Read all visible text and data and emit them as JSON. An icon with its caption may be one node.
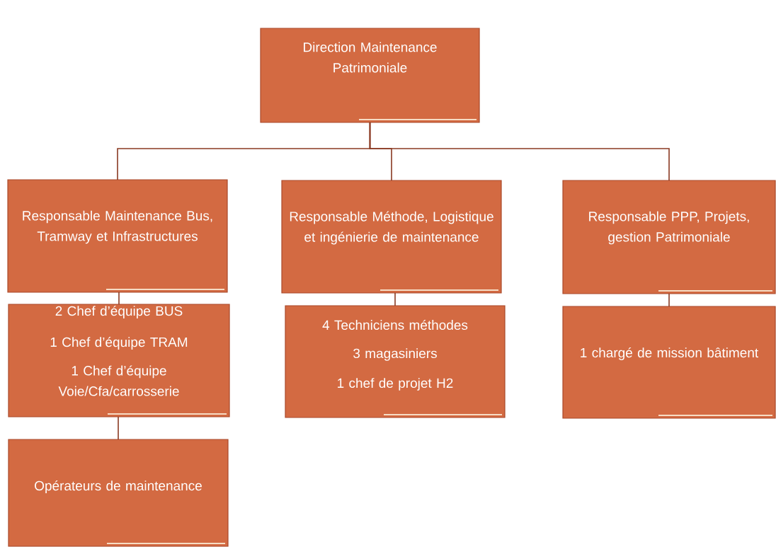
{
  "diagram": {
    "nodes": [
      {
        "text": [
          "Direction Maintenance Patrimoniale"
        ]
      },
      {
        "text": [
          "Responsable Maintenance Bus, Tramway et Infrastructures"
        ]
      },
      {
        "text": [
          "Responsable Méthode, Logistique et ingénierie de maintenance"
        ]
      },
      {
        "text": [
          "Responsable PPP, Projets, gestion Patrimoniale"
        ]
      },
      {
        "text": [
          "2 Chef d’équipe BUS",
          "1 Chef d’équipe TRAM",
          "1 Chef d’équipe Voie/Cfa/carrosserie"
        ]
      },
      {
        "text": [
          "4 Techniciens méthodes",
          "3 magasiniers",
          "1 chef de projet H2"
        ]
      },
      {
        "text": [
          "1 chargé de mission bâtiment"
        ]
      },
      {
        "text": [
          "Opérateurs de maintenance"
        ]
      }
    ],
    "edges": [
      {
        "from": 0,
        "to": 1,
        "arrow": "none"
      },
      {
        "from": 0,
        "to": 2,
        "arrow": "none"
      },
      {
        "from": 0,
        "to": 3,
        "arrow": "none"
      },
      {
        "from": 1,
        "to": 4,
        "arrow": "none"
      },
      {
        "from": 2,
        "to": 5,
        "arrow": "none"
      },
      {
        "from": 3,
        "to": 6,
        "arrow": "none"
      },
      {
        "from": 4,
        "to": 7,
        "arrow": "none"
      }
    ]
  }
}
